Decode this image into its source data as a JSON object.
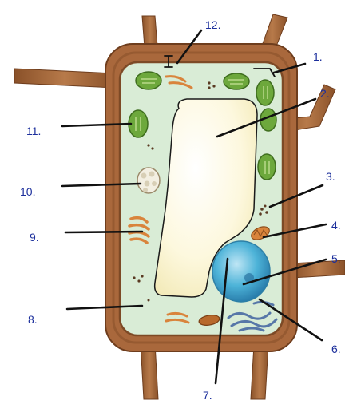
{
  "colors": {
    "wall": "#a9683c",
    "wall_dark": "#6e3d1d",
    "membrane": "#7d4a26",
    "cytoplasm": "#d9ecd6",
    "vacuole": "#fdf8de",
    "nucleus": "#4db3d8",
    "chloroplast": "#6da83c",
    "mitochondrion": "#d9843c",
    "label": "#1c2f9c",
    "leader": "#111111"
  },
  "labels": {
    "l1": "1.",
    "l2": "2.",
    "l3": "3.",
    "l4": "4.",
    "l5": "5.",
    "l6": "6.",
    "l7": "7.",
    "l8": "8.",
    "l9": "9.",
    "l10": "10.",
    "l11": "11.",
    "l12": "12."
  }
}
